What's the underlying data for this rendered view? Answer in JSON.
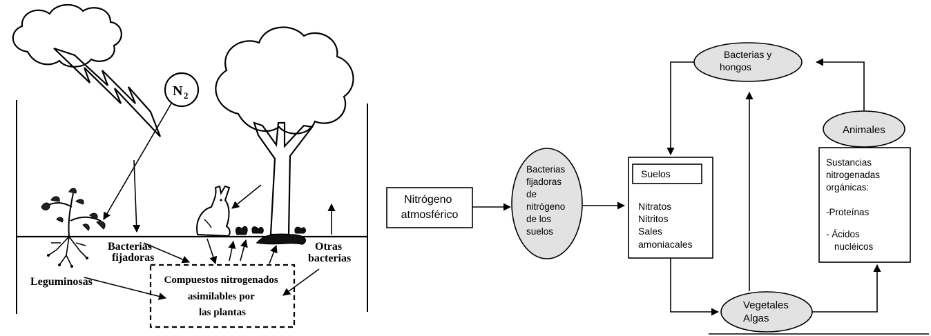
{
  "left_diagram": {
    "n2_label": "N",
    "n2_subscript": "2",
    "bacterias_fijadoras": [
      "Bacterias",
      "fijadoras"
    ],
    "otras_bacterias": [
      "Otras",
      "bacterias"
    ],
    "leguminosas": "Leguminosas",
    "compuestos": [
      "Compuestos nitrogenados",
      "asimilables por",
      "las plantas"
    ]
  },
  "right_diagram": {
    "nitrogeno": [
      "Nitrógeno",
      "atmosférico"
    ],
    "bacterias_fijadoras": [
      "Bacterias",
      "fijadoras",
      "de",
      "nitrógeno",
      "de los",
      "suelos"
    ],
    "suelos_title": "Suelos",
    "suelos_items": [
      "Nitratos",
      "Nitritos",
      "Sales",
      "amoniacales"
    ],
    "bacterias_hongos": [
      "Bacterias y",
      "hongos"
    ],
    "animales": "Animales",
    "sustancias": [
      "Sustancias",
      "nitrogenadas",
      "orgánicas:"
    ],
    "sustancias_items": [
      "-Proteínas",
      "- Ácidos",
      "nucléicos"
    ],
    "vegetales": [
      "Vegetales",
      "Algas"
    ]
  }
}
